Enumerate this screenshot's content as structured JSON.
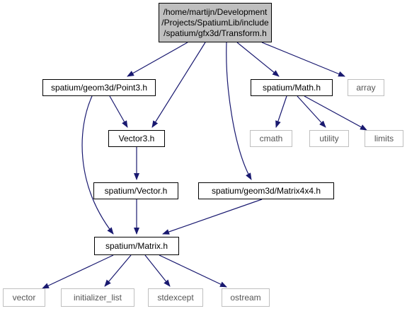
{
  "colors": {
    "edge": "#191970",
    "root_fill": "#bfbfbf",
    "node_border": "#000000",
    "system_node_border": "#bfbfbf"
  },
  "nodes": {
    "transform": "/home/martijn/Development\n/Projects/SpatiumLib/include\n/spatium/gfx3d/Transform.h",
    "point3": "spatium/geom3d/Point3.h",
    "math": "spatium/Math.h",
    "array": "array",
    "vector3": "Vector3.h",
    "cmath": "cmath",
    "utility": "utility",
    "limits": "limits",
    "spatium_vector": "spatium/Vector.h",
    "matrix4x4": "spatium/geom3d/Matrix4x4.h",
    "matrix": "spatium/Matrix.h",
    "vector": "vector",
    "initializer_list": "initializer_list",
    "stdexcept": "stdexcept",
    "ostream": "ostream"
  },
  "edges": [
    [
      "transform",
      "point3"
    ],
    [
      "transform",
      "vector3"
    ],
    [
      "transform",
      "matrix4x4"
    ],
    [
      "transform",
      "math"
    ],
    [
      "transform",
      "array"
    ],
    [
      "point3",
      "vector3"
    ],
    [
      "point3",
      "matrix"
    ],
    [
      "vector3",
      "spatium_vector"
    ],
    [
      "spatium_vector",
      "matrix"
    ],
    [
      "matrix4x4",
      "matrix"
    ],
    [
      "math",
      "cmath"
    ],
    [
      "math",
      "utility"
    ],
    [
      "math",
      "limits"
    ],
    [
      "matrix",
      "vector"
    ],
    [
      "matrix",
      "initializer_list"
    ],
    [
      "matrix",
      "stdexcept"
    ],
    [
      "matrix",
      "ostream"
    ]
  ]
}
